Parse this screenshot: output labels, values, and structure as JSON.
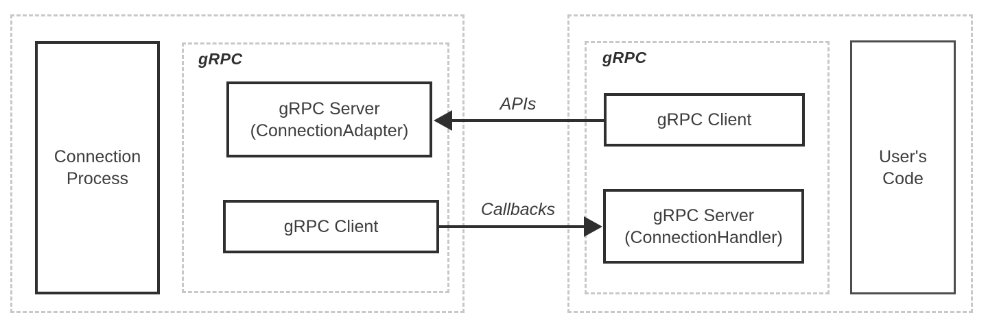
{
  "colors": {
    "box_border": "#2f2f2f",
    "users_code_border": "#4d4d4d",
    "dashed_border": "#c8c8c8",
    "arrow": "#2f2f2f",
    "text": "#3d3d3d",
    "background": "#ffffff"
  },
  "left_group": {
    "process_box": {
      "line1": "Connection",
      "line2": "Process"
    },
    "grpc_label": "gRPC",
    "server_box": {
      "line1": "gRPC Server",
      "line2": "(ConnectionAdapter)"
    },
    "client_box": {
      "label": "gRPC Client"
    }
  },
  "right_group": {
    "grpc_label": "gRPC",
    "client_box": {
      "label": "gRPC Client"
    },
    "server_box": {
      "line1": "gRPC Server",
      "line2": "(ConnectionHandler)"
    },
    "users_code_box": {
      "line1": "User's",
      "line2": "Code"
    }
  },
  "arrows": {
    "apis": {
      "label": "APIs",
      "direction": "left"
    },
    "callbacks": {
      "label": "Callbacks",
      "direction": "right"
    }
  }
}
